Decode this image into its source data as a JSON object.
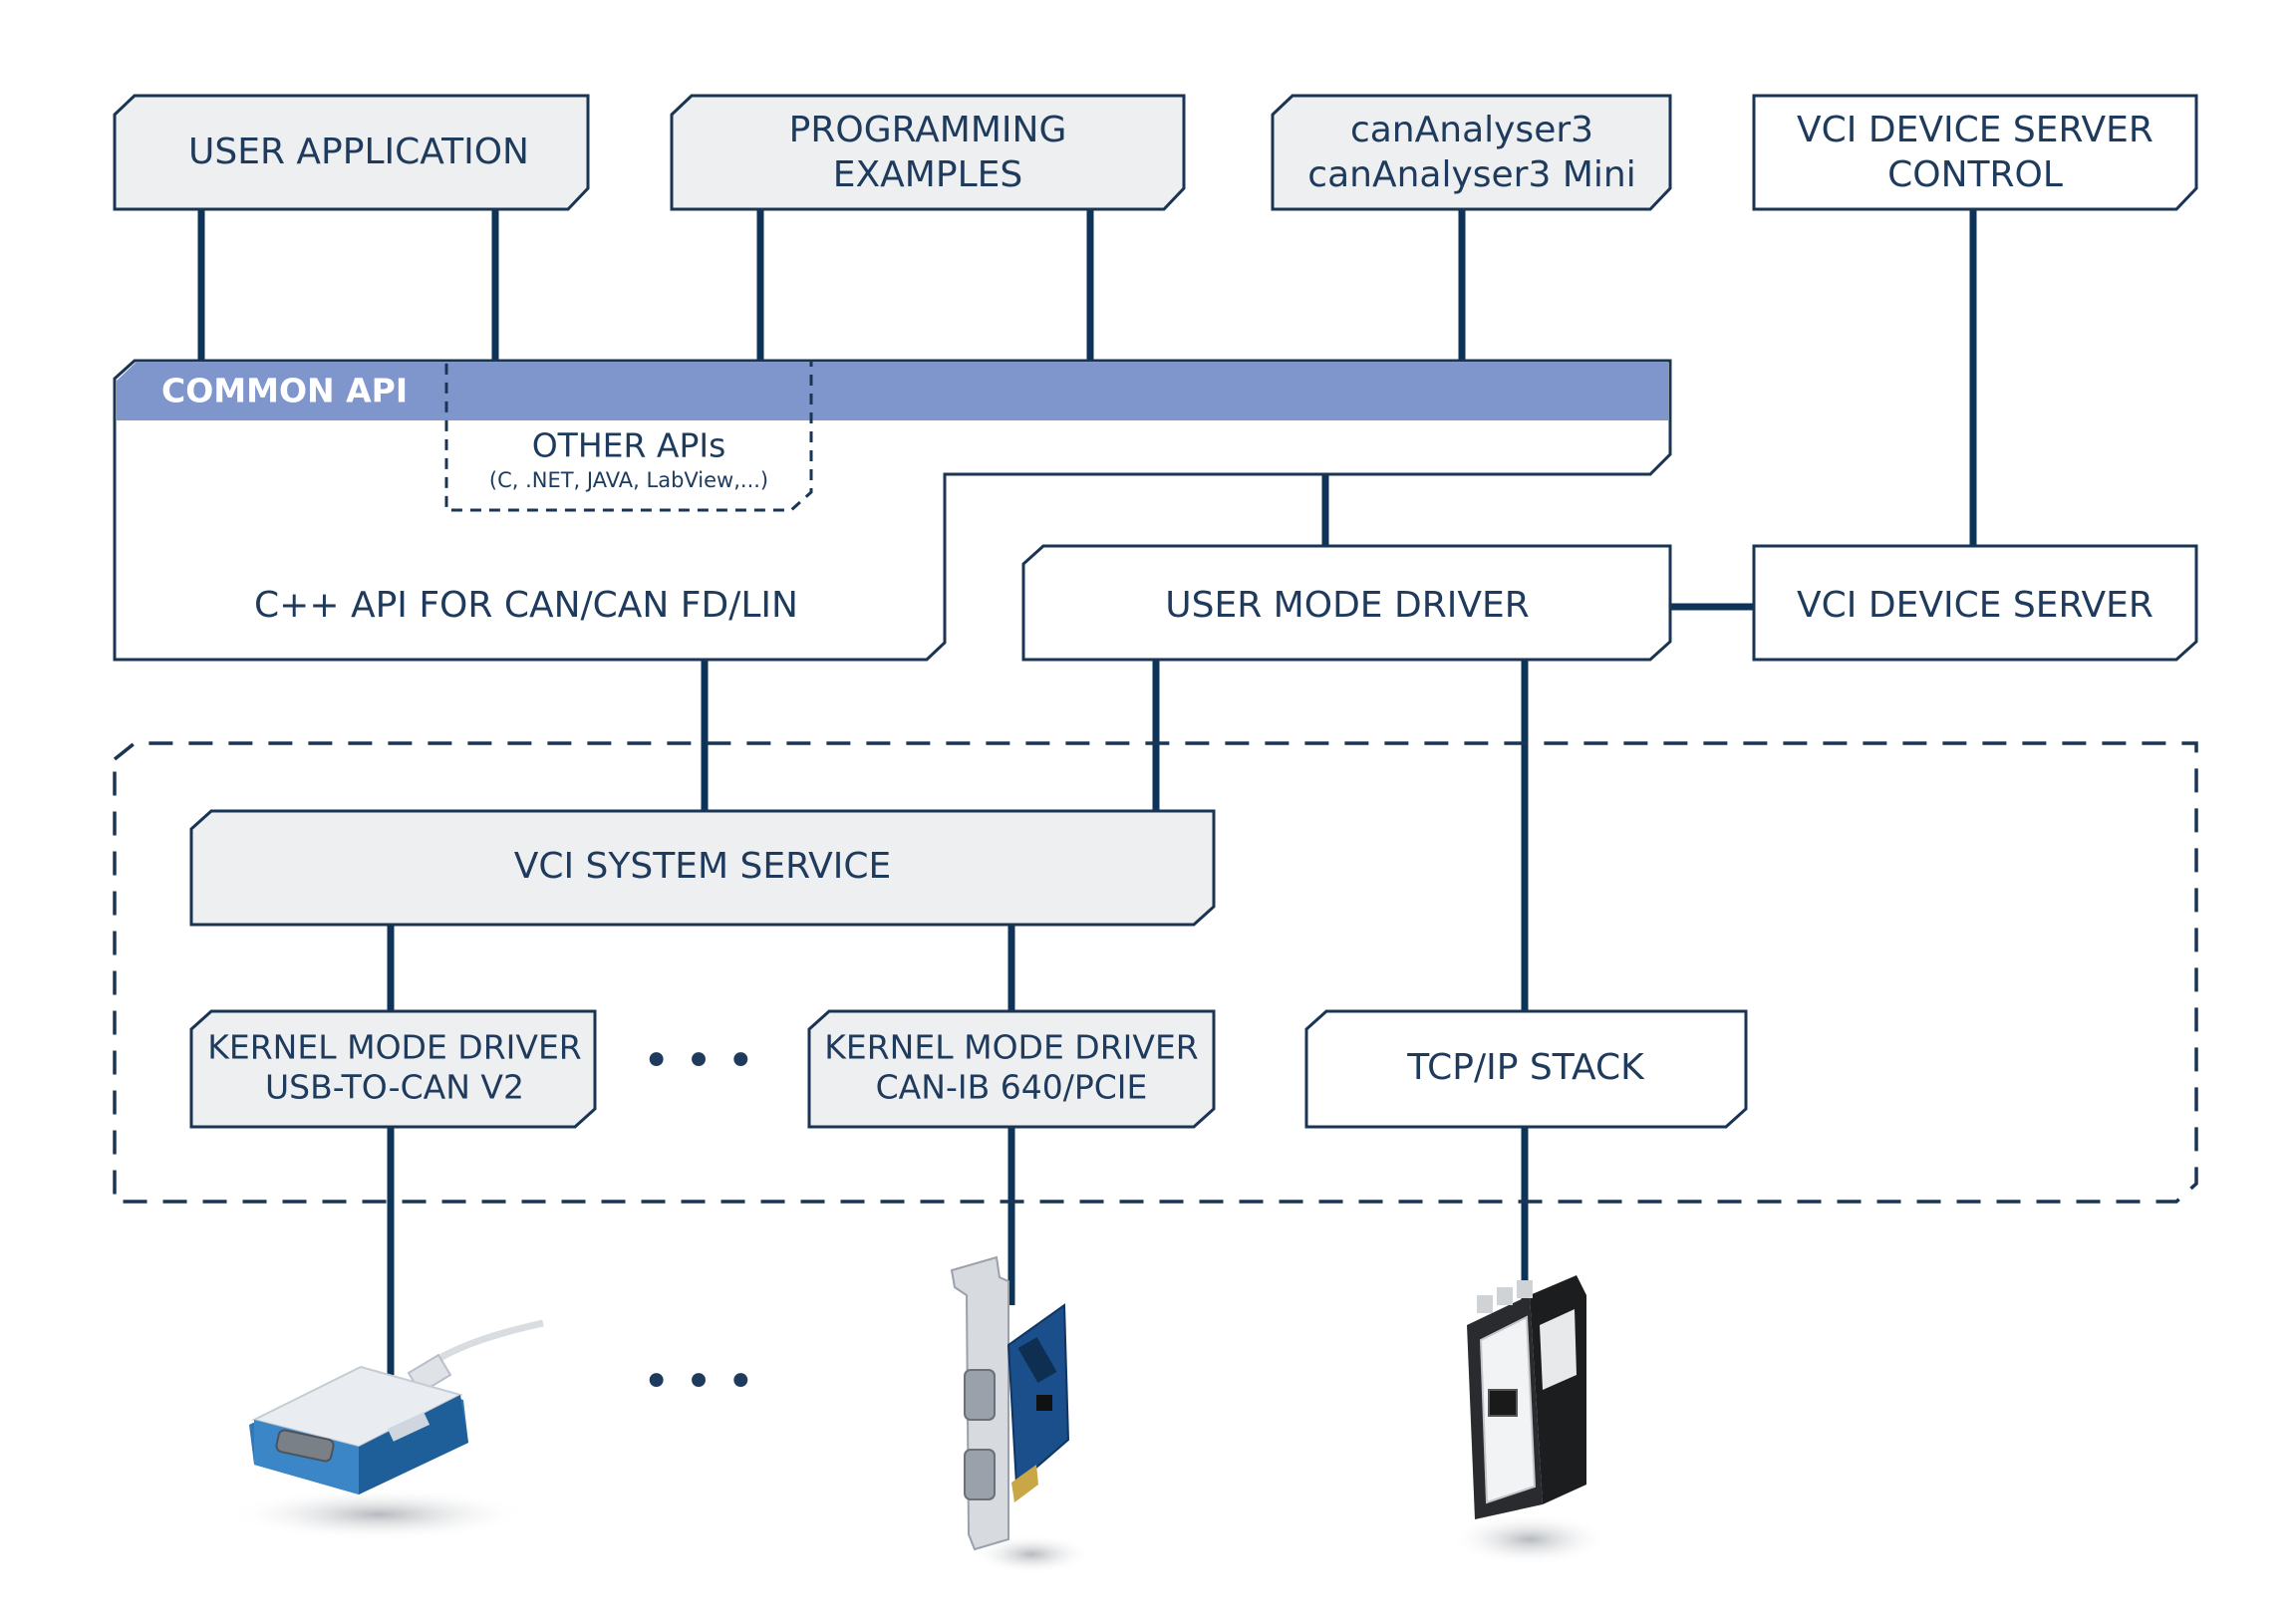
{
  "diagram": {
    "top_row": {
      "user_application": "USER APPLICATION",
      "programming_examples": [
        "PROGRAMMING",
        "EXAMPLES"
      ],
      "cananalyser": [
        "canAnalyser3",
        "canAnalyser3 Mini"
      ],
      "vci_device_server_control": [
        "VCI DEVICE SERVER",
        "CONTROL"
      ]
    },
    "common_api": "COMMON API",
    "other_apis": {
      "title": "OTHER APIs",
      "subtitle": "(C, .NET, JAVA, LabView,...)"
    },
    "cpp_api": "C++ API FOR CAN/CAN FD/LIN",
    "user_mode_driver": "USER MODE DRIVER",
    "vci_device_server": "VCI DEVICE SERVER",
    "vci_system_service": "VCI SYSTEM SERVICE",
    "kernel_usb": [
      "KERNEL MODE DRIVER",
      "USB-TO-CAN V2"
    ],
    "kernel_canib": [
      "KERNEL MODE DRIVER",
      "CAN-IB 640/PCIE"
    ],
    "tcpip_stack": "TCP/IP STACK",
    "ellipsis": "•••",
    "devices": {
      "usb_device": "usb-to-can-adapter",
      "pcie_card": "can-ib-pcie-card",
      "din_module": "din-rail-ethernet-module"
    },
    "colors": {
      "box_fill": "#eeeff1",
      "box_stroke": "#1a3553",
      "connector": "#0e3358",
      "common_api_band": "#7f96cd",
      "text": "#1e3a5c"
    }
  }
}
